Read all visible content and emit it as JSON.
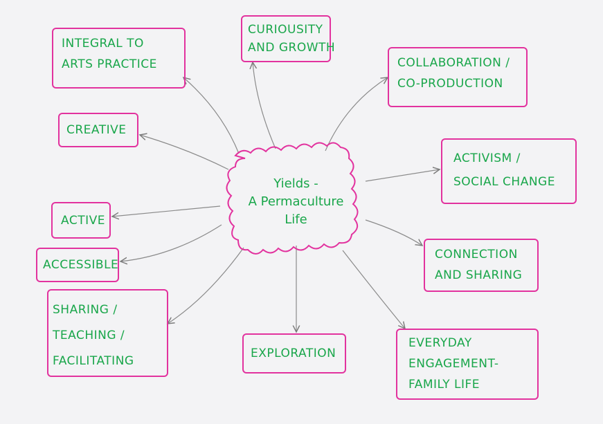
{
  "center": {
    "line1": "Yields -",
    "line2": "A Permaculture",
    "line3": "Life"
  },
  "nodes": {
    "integral": [
      "Integral to",
      "Arts Practice"
    ],
    "curiosity": [
      "Curiousity",
      "and Growth"
    ],
    "collaboration": [
      "Collaboration /",
      "Co-Production"
    ],
    "creative": [
      "Creative"
    ],
    "activism": [
      "Activism /",
      "Social Change"
    ],
    "active": [
      "Active"
    ],
    "accessible": [
      "Accessible"
    ],
    "connection": [
      "Connection",
      "and Sharing"
    ],
    "sharing": [
      "Sharing /",
      "Teaching /",
      "Facilitating"
    ],
    "exploration": [
      "Exploration"
    ],
    "everyday": [
      "Everyday",
      "Engagement-",
      "Family Life"
    ]
  },
  "colors": {
    "text": "#19a64a",
    "border": "#e2329e",
    "arrow": "#8a8a8a",
    "background": "#f3f3f5"
  }
}
